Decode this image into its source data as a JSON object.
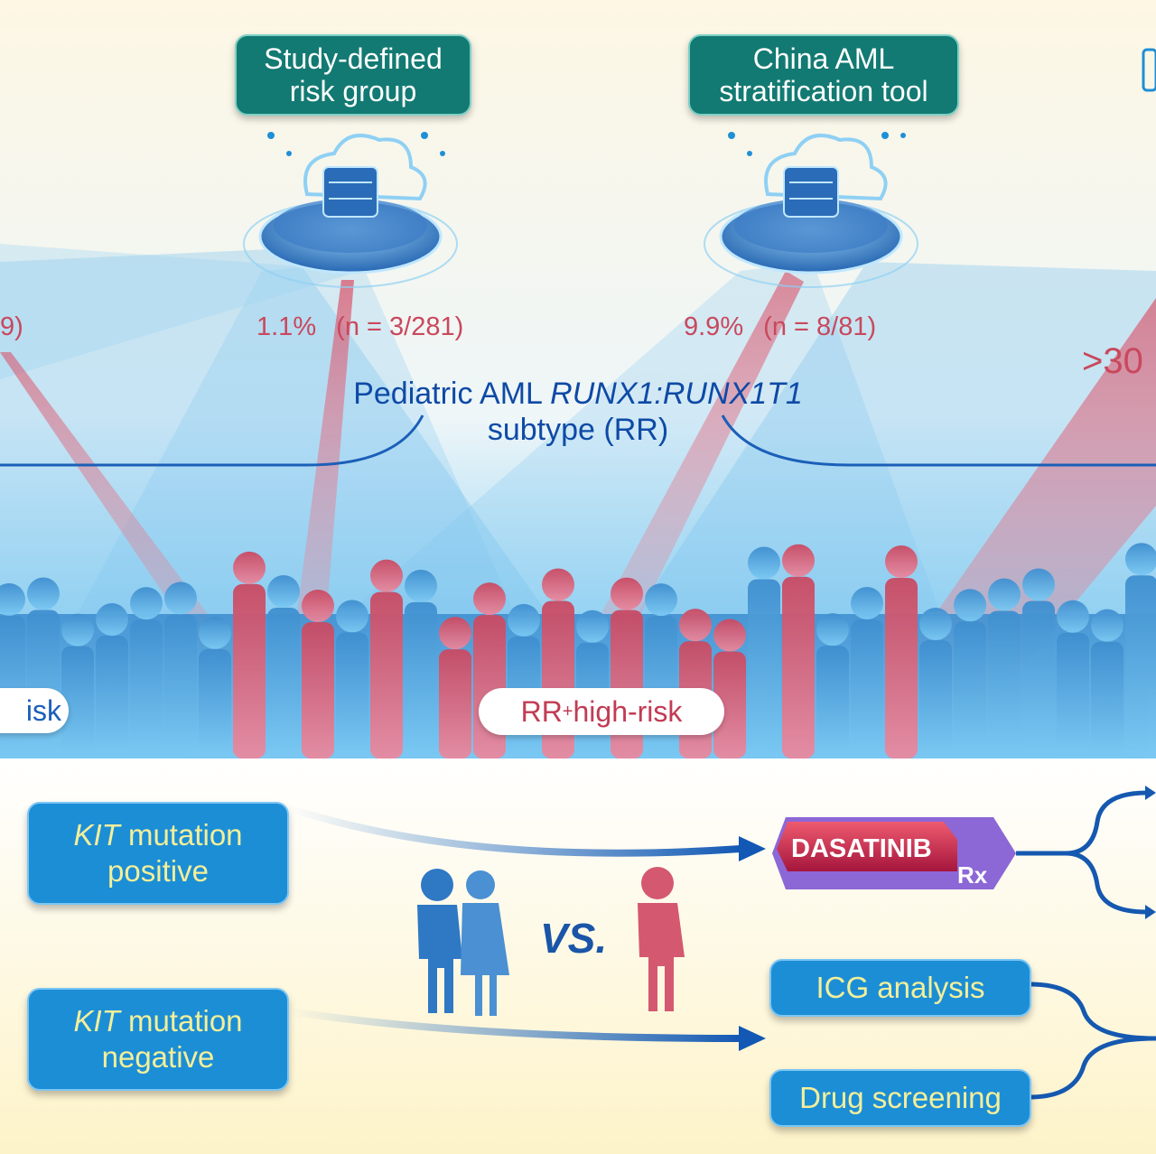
{
  "top_tools": [
    {
      "label_line1": "Study-defined",
      "label_line2": "risk group",
      "percent": "1.1%",
      "count": "(n = 3/281)"
    },
    {
      "label_line1": "China AML",
      "label_line2": "stratification tool",
      "percent": "9.9%",
      "count": "(n = 8/81)"
    }
  ],
  "left_partial_count": "9)",
  "right_partial_value": ">30",
  "subtype": {
    "line1_prefix": "Pediatric AML ",
    "line1_italic": "RUNX1:RUNX1T1",
    "line2": "subtype (RR)"
  },
  "pills": {
    "left_partial": "isk",
    "center_prefix": "RR",
    "center_sup": "+",
    "center_suffix": " high-risk"
  },
  "kit_positive": {
    "italic": "KIT",
    "rest1": " mutation",
    "line2": "positive"
  },
  "kit_negative": {
    "italic": "KIT",
    "rest1": " mutation",
    "line2": "negative"
  },
  "vs_label": "VS.",
  "drug": {
    "name": "DASATINIB",
    "suffix": "Rx"
  },
  "analyses": [
    {
      "label": "ICG analysis"
    },
    {
      "label": "Drug screening"
    }
  ],
  "colors": {
    "teal": "#127a72",
    "red": "#c9485d",
    "blue": "#1c8ed6",
    "navy": "#0e4aa6",
    "yellow_text": "#f3ef9a"
  }
}
